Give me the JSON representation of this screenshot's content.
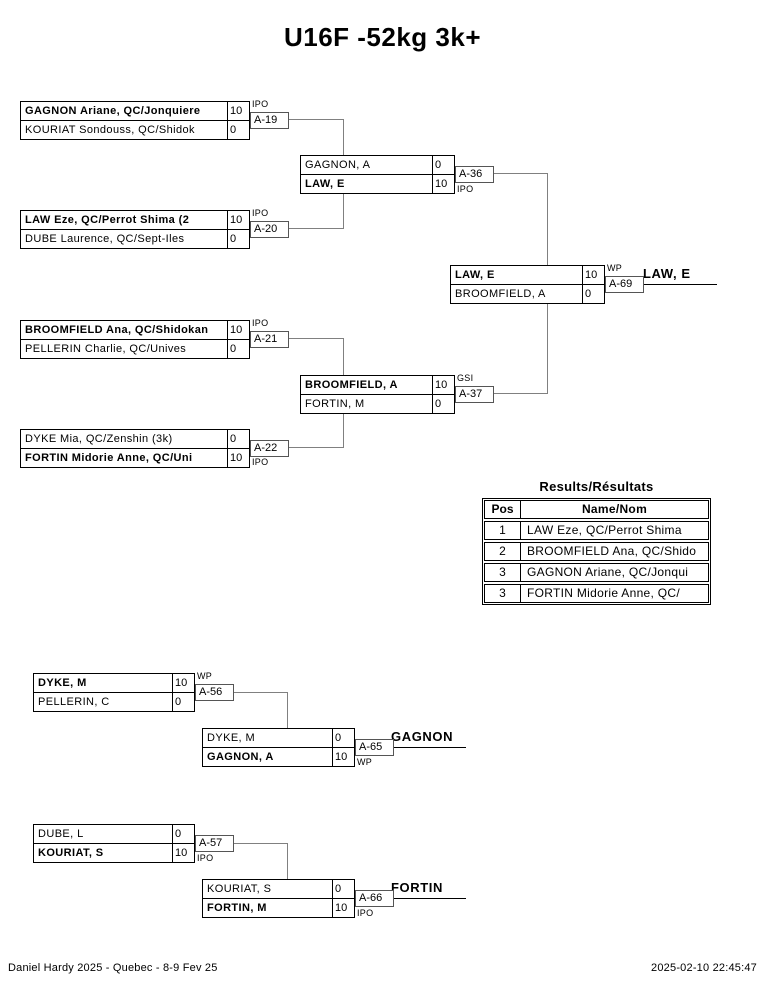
{
  "title": "U16F -52kg 3k+",
  "colors": {
    "ink": "#000000",
    "connector": "#808080",
    "paper": "#ffffff"
  },
  "matches": {
    "a19": {
      "tag": "A-19",
      "result_type": "IPO",
      "p1": {
        "name": "GAGNON Ariane, QC/Jonquiere",
        "score": "10",
        "winner": true
      },
      "p2": {
        "name": "KOURIAT Sondouss, QC/Shidok",
        "score": "0",
        "winner": false
      }
    },
    "a20": {
      "tag": "A-20",
      "result_type": "IPO",
      "p1": {
        "name": "LAW Eze, QC/Perrot Shima (2",
        "score": "10",
        "winner": true
      },
      "p2": {
        "name": "DUBE Laurence, QC/Sept-Iles",
        "score": "0",
        "winner": false
      }
    },
    "a21": {
      "tag": "A-21",
      "result_type": "IPO",
      "p1": {
        "name": "BROOMFIELD Ana, QC/Shidokan",
        "score": "10",
        "winner": true
      },
      "p2": {
        "name": "PELLERIN Charlie, QC/Unives",
        "score": "0",
        "winner": false
      }
    },
    "a22": {
      "tag": "A-22",
      "result_type": "IPO",
      "p1": {
        "name": "DYKE Mia, QC/Zenshin (3k)",
        "score": "0",
        "winner": false
      },
      "p2": {
        "name": "FORTIN Midorie Anne, QC/Uni",
        "score": "10",
        "winner": true
      }
    },
    "a36": {
      "tag": "A-36",
      "result_type": "IPO",
      "p1": {
        "name": "GAGNON, A",
        "score": "0",
        "winner": false
      },
      "p2": {
        "name": "LAW, E",
        "score": "10",
        "winner": true
      }
    },
    "a37": {
      "tag": "A-37",
      "result_type": "GSI",
      "p1": {
        "name": "BROOMFIELD, A",
        "score": "10",
        "winner": true
      },
      "p2": {
        "name": "FORTIN, M",
        "score": "0",
        "winner": false
      }
    },
    "a69": {
      "tag": "A-69",
      "result_type": "WP",
      "winner_label": "LAW, E",
      "p1": {
        "name": "LAW, E",
        "score": "10",
        "winner": true
      },
      "p2": {
        "name": "BROOMFIELD, A",
        "score": "0",
        "winner": false
      }
    },
    "a56": {
      "tag": "A-56",
      "result_type": "WP",
      "p1": {
        "name": "DYKE, M",
        "score": "10",
        "winner": true
      },
      "p2": {
        "name": "PELLERIN, C",
        "score": "0",
        "winner": false
      }
    },
    "a65": {
      "tag": "A-65",
      "result_type": "WP",
      "winner_label": "GAGNON",
      "p1": {
        "name": "DYKE, M",
        "score": "0",
        "winner": false
      },
      "p2": {
        "name": "GAGNON, A",
        "score": "10",
        "winner": true
      }
    },
    "a57": {
      "tag": "A-57",
      "result_type": "IPO",
      "p1": {
        "name": "DUBE, L",
        "score": "0",
        "winner": false
      },
      "p2": {
        "name": "KOURIAT, S",
        "score": "10",
        "winner": true
      }
    },
    "a66": {
      "tag": "A-66",
      "result_type": "IPO",
      "winner_label": "FORTIN",
      "p1": {
        "name": "KOURIAT, S",
        "score": "0",
        "winner": false
      },
      "p2": {
        "name": "FORTIN, M",
        "score": "10",
        "winner": true
      }
    }
  },
  "results": {
    "title": "Results/Résultats",
    "headers": {
      "pos": "Pos",
      "name": "Name/Nom"
    },
    "rows": [
      {
        "pos": "1",
        "name": "LAW Eze, QC/Perrot Shima"
      },
      {
        "pos": "2",
        "name": "BROOMFIELD Ana, QC/Shido"
      },
      {
        "pos": "3",
        "name": "GAGNON Ariane, QC/Jonqui"
      },
      {
        "pos": "3",
        "name": "FORTIN Midorie Anne, QC/"
      }
    ]
  },
  "footer": {
    "left": "Daniel Hardy 2025 - Quebec - 8-9 Fev 25",
    "right": "2025-02-10 22:45:47"
  }
}
